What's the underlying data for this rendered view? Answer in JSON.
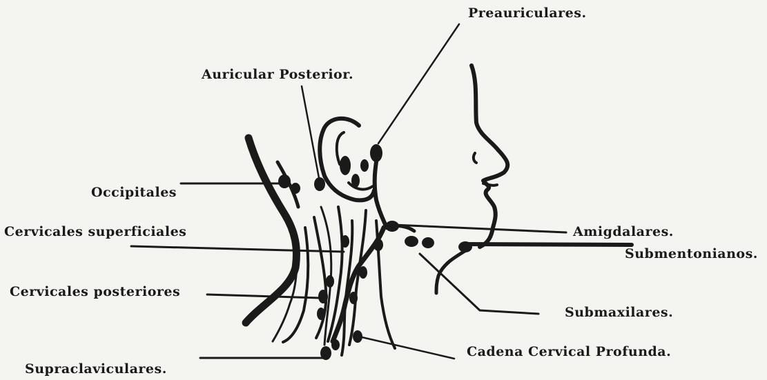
{
  "labels": {
    "preauriculares": "Preauriculares.",
    "auricular_posterior": "Auricular Posterior.",
    "occipitales": "Occipitales",
    "cervicales_superficiales": "Cervicales superficiales",
    "amigdalares": "Amigdalares.",
    "submentonianos": "Submentonianos.",
    "cervicales_posteriores": "Cervicales posteriores",
    "submaxilares": "Submaxilares.",
    "cadena_cervical_profunda": "Cadena Cervical Profunda.",
    "supraclaviculares": "Supraclaviculares."
  },
  "colors": {
    "ink": "#1a1a1a",
    "paper": "#f4f4f1"
  }
}
